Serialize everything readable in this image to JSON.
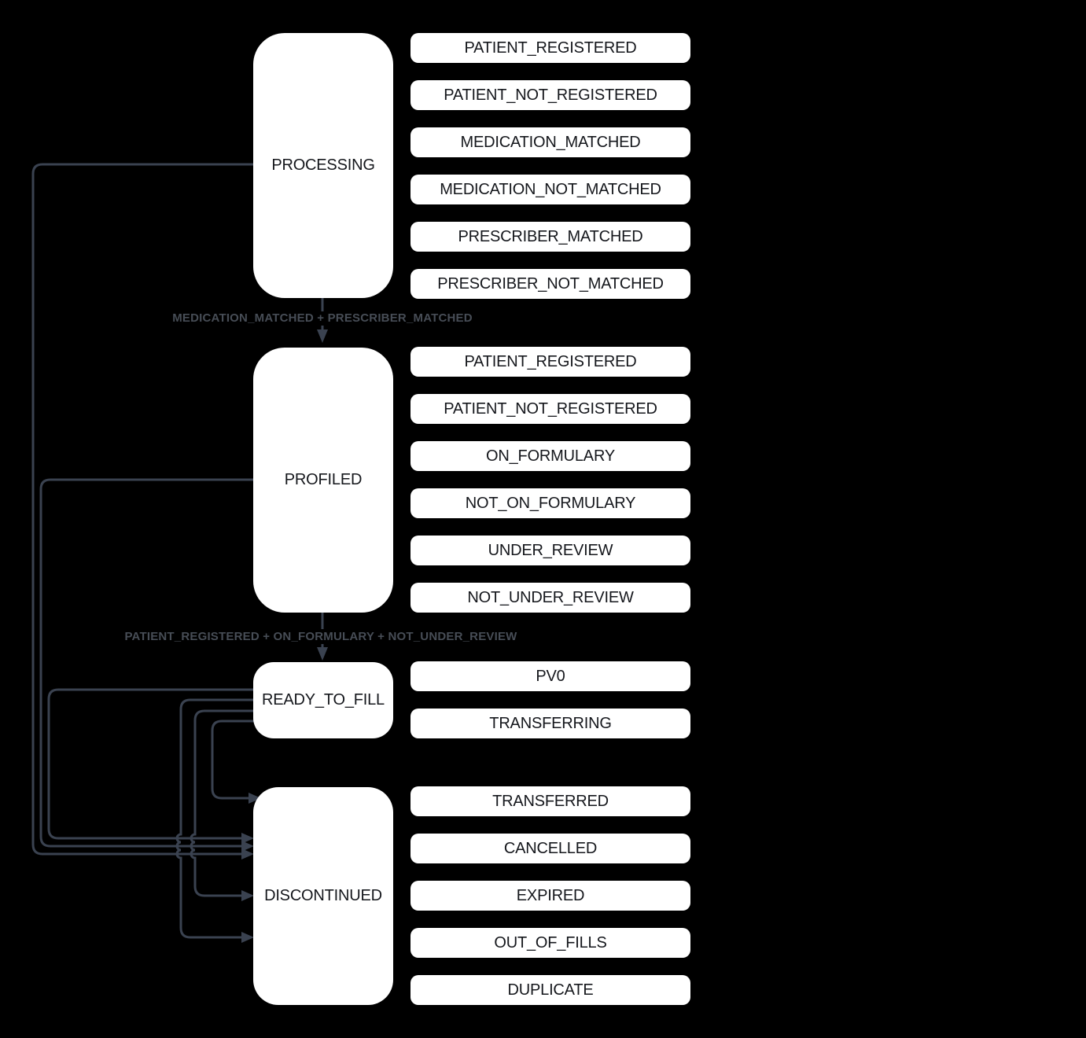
{
  "diagram": {
    "background": "#000000",
    "type": "state-machine"
  },
  "colors": {
    "node_fill": "#ffffff",
    "node_text": "#15171c",
    "connector": "#3a4250",
    "transition_label_text": "#474d56"
  },
  "states": [
    {
      "label": "PROCESSING",
      "events": [
        "PATIENT_REGISTERED",
        "PATIENT_NOT_REGISTERED",
        "MEDICATION_MATCHED",
        "MEDICATION_NOT_MATCHED",
        "PRESCRIBER_MATCHED",
        "PRESCRIBER_NOT_MATCHED"
      ]
    },
    {
      "label": "PROFILED",
      "events": [
        "PATIENT_REGISTERED",
        "PATIENT_NOT_REGISTERED",
        "ON_FORMULARY",
        "NOT_ON_FORMULARY",
        "UNDER_REVIEW",
        "NOT_UNDER_REVIEW"
      ]
    },
    {
      "label": "READY_TO_FILL",
      "events": [
        "PV0",
        "TRANSFERRING"
      ]
    },
    {
      "label": "DISCONTINUED",
      "events": [
        "TRANSFERRED",
        "CANCELLED",
        "EXPIRED",
        "OUT_OF_FILLS",
        "DUPLICATE"
      ]
    }
  ],
  "transitions": [
    {
      "from": "PROCESSING",
      "to": "PROFILED",
      "label": "MEDICATION_MATCHED + PRESCRIBER_MATCHED"
    },
    {
      "from": "PROFILED",
      "to": "READY_TO_FILL",
      "label": "PATIENT_REGISTERED + ON_FORMULARY + NOT_UNDER_REVIEW"
    },
    {
      "from": "PROCESSING",
      "to": "DISCONTINUED",
      "label": ""
    },
    {
      "from": "PROFILED",
      "to": "DISCONTINUED",
      "label": ""
    },
    {
      "from": "READY_TO_FILL",
      "to": "DISCONTINUED",
      "label": ""
    },
    {
      "from": "READY_TO_FILL",
      "to": "DISCONTINUED",
      "label": ""
    },
    {
      "from": "READY_TO_FILL",
      "to": "DISCONTINUED",
      "label": ""
    },
    {
      "from": "READY_TO_FILL",
      "to": "DISCONTINUED",
      "label": ""
    }
  ]
}
